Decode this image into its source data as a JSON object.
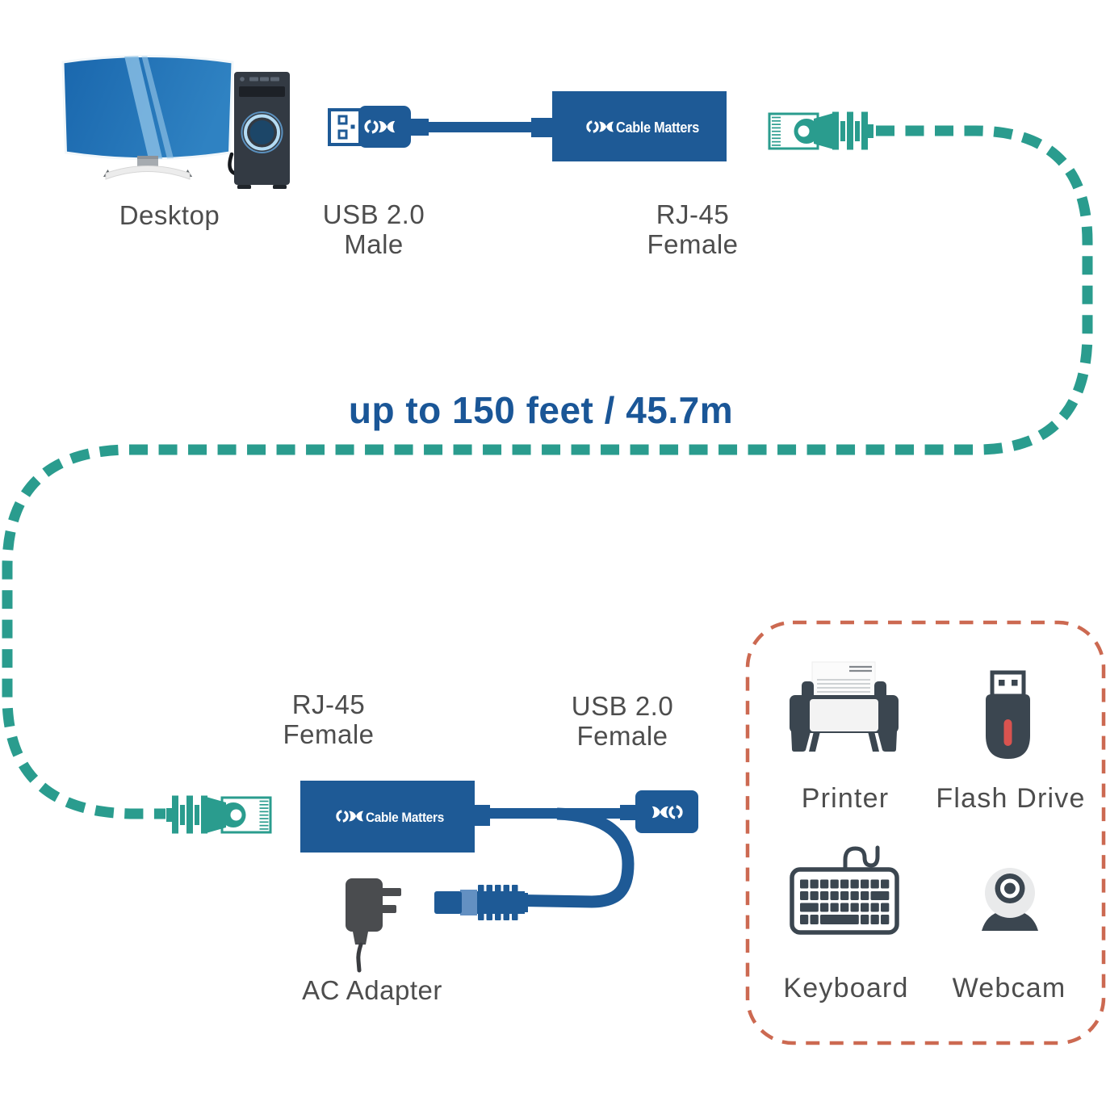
{
  "brand": "Cable Matters",
  "title": "up to 150 feet / 45.7m",
  "labels": {
    "desktop": "Desktop",
    "usb_male": {
      "l1": "USB 2.0",
      "l2": "Male"
    },
    "rj45_top": {
      "l1": "RJ-45",
      "l2": "Female"
    },
    "rj45_bottom": {
      "l1": "RJ-45",
      "l2": "Female"
    },
    "usb_female": {
      "l1": "USB 2.0",
      "l2": "Female"
    },
    "ac_adapter": "AC Adapter"
  },
  "peripherals": [
    "Printer",
    "Flash Drive",
    "Keyboard",
    "Webcam"
  ],
  "icons": {
    "desktop": "desktop-computer-icon",
    "usb_male": "usb-a-male-plug-icon",
    "rj45_plug": "ethernet-plug-icon",
    "cable": "ethernet-cable-dashed",
    "usb_female": "usb-a-female-port-icon",
    "dc_plug": "dc-power-plug-icon",
    "ac_adapter": "ac-adapter-icon",
    "printer": "printer-icon",
    "flash_drive": "flash-drive-icon",
    "keyboard": "keyboard-icon",
    "webcam": "webcam-icon"
  },
  "colors": {
    "blue": "#1e5a96",
    "blue_light": "#6390c2",
    "teal": "#2a9c8e",
    "orange": "#cc6951",
    "slate": "#3b4650",
    "gray_adapter": "#4a4c4f",
    "label": "#4d4d4d",
    "title_blue": "#1a5697",
    "red": "#d9534f",
    "screen_a": "#1a67ad",
    "screen_b": "#2f82c2",
    "tower": "#333a43",
    "ring": "#b5dcf4"
  }
}
